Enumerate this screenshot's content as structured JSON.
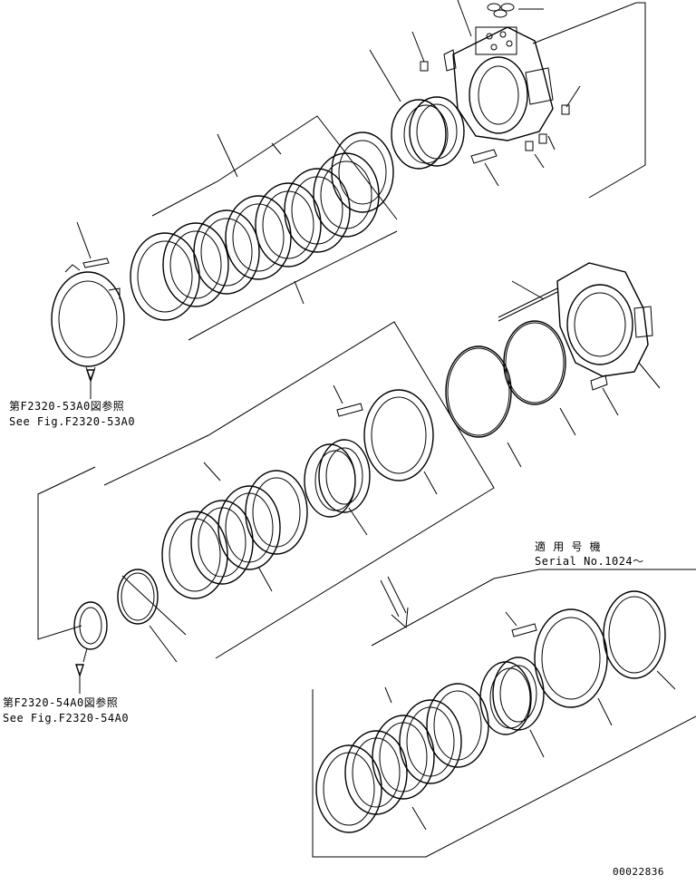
{
  "references": {
    "top_ref": {
      "jp": "第F2320-53A0図参照",
      "en": "See Fig.F2320-53A0"
    },
    "bottom_ref": {
      "jp": "第F2320-54A0図参照",
      "en": "See Fig.F2320-54A0"
    }
  },
  "serial_note": {
    "jp": "適 用 号 機",
    "en": "Serial No.1024～"
  },
  "drawing_number": "00022836",
  "colors": {
    "line": "#000000",
    "background": "#ffffff"
  }
}
